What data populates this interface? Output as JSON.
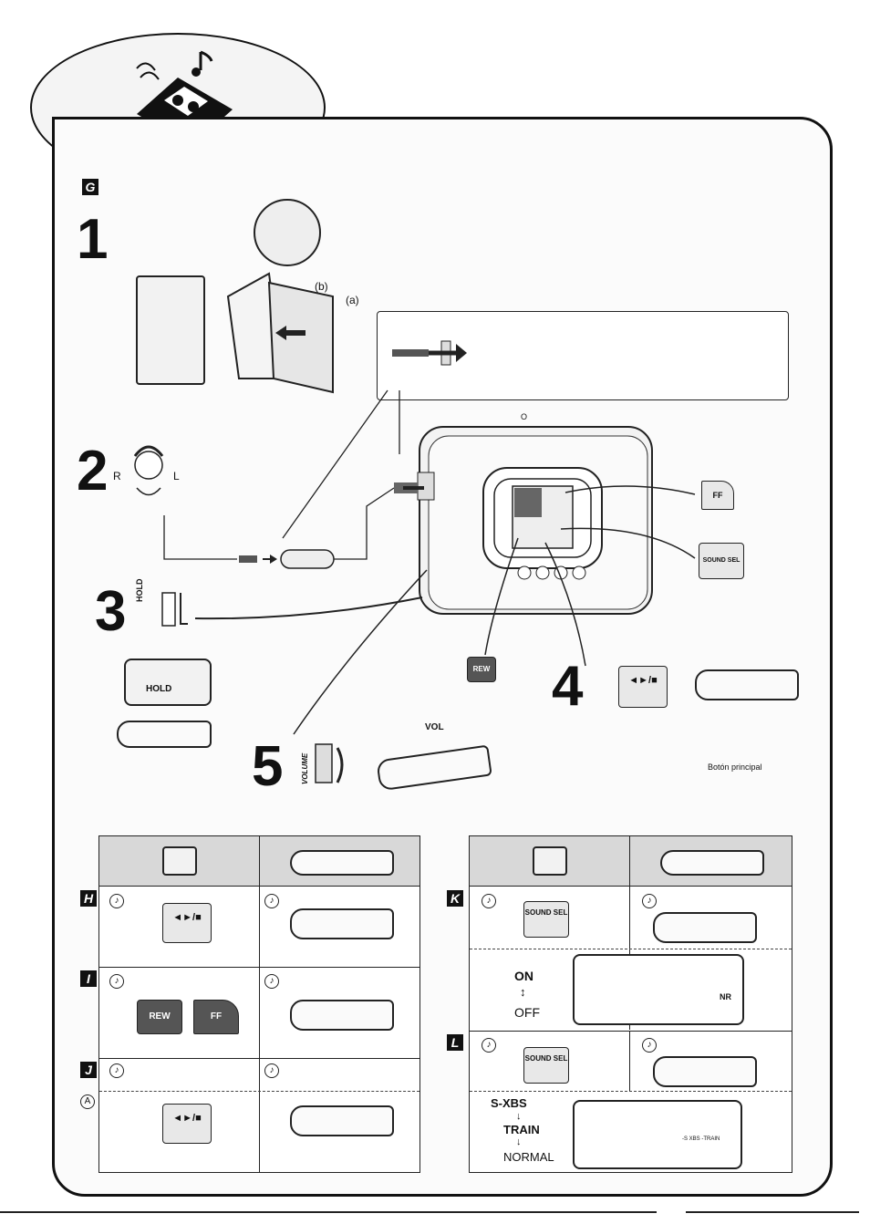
{
  "sections": {
    "g": "G",
    "h": "H",
    "i": "I",
    "j": "J",
    "k": "K",
    "l": "L"
  },
  "steps": [
    "1",
    "2",
    "3",
    "4",
    "5"
  ],
  "step1": {
    "label_a": "(a)",
    "label_b": "(b)"
  },
  "step2": {
    "r": "R",
    "l": "L"
  },
  "step3": {
    "hold": "HOLD"
  },
  "step5": {
    "volume": "VOLUME",
    "vol": "VOL"
  },
  "player": {
    "partial_label": "O"
  },
  "buttons": {
    "ff": "FF",
    "rew": "REW",
    "sound_sel": "SOUND SEL",
    "play_stop": "◄►/■",
    "main_button": "Botón principal"
  },
  "table_h": {
    "circle_a": "A"
  },
  "table_k": {
    "on": "ON",
    "off": "OFF",
    "nr": "NR"
  },
  "table_l": {
    "s_xbs": "S-XBS",
    "train": "TRAIN",
    "normal": "NORMAL",
    "xbs_train": "-S XBS -TRAIN"
  },
  "icons": [
    "music-note-icon",
    "arrow-right-icon",
    "hand-press-icon",
    "earphone-icon",
    "cassette-icon"
  ]
}
